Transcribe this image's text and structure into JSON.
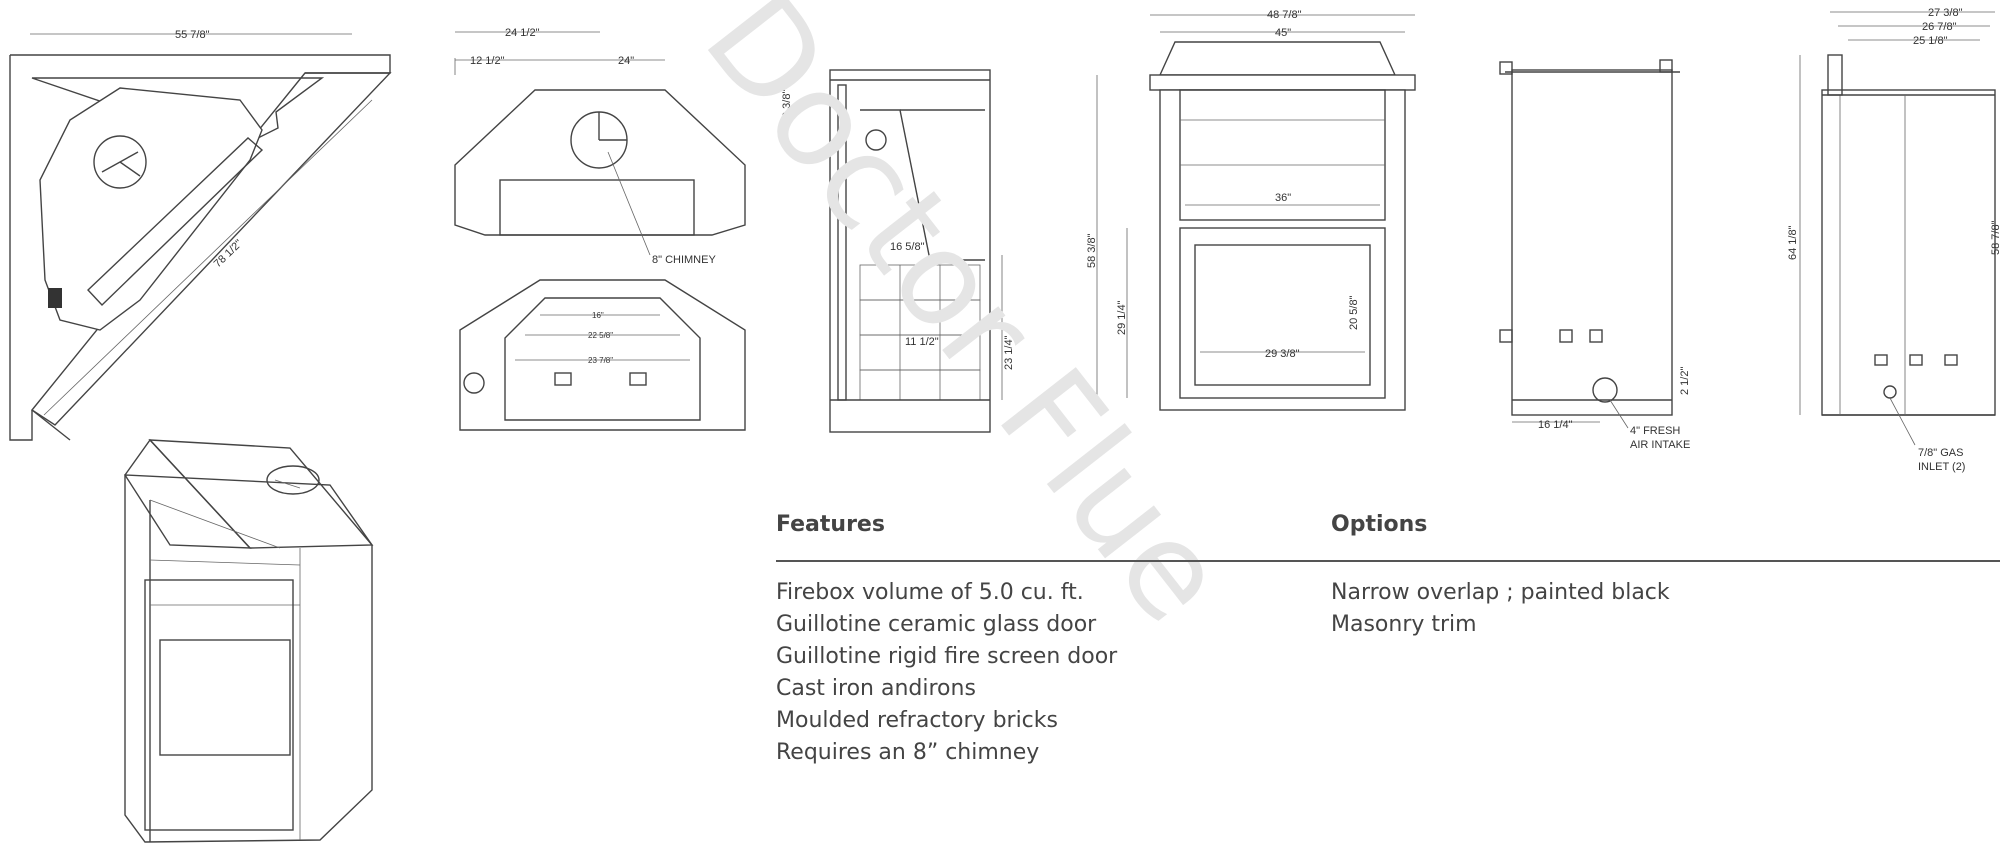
{
  "watermark": "Doctor Flue",
  "sections": {
    "features": {
      "title": "Features",
      "items": [
        "Firebox volume of 5.0 cu. ft.",
        "Guillotine ceramic glass door",
        "Guillotine rigid fire screen door",
        "Cast iron andirons",
        "Moulded refractory bricks",
        "Requires an 8” chimney"
      ]
    },
    "options": {
      "title": "Options",
      "items": [
        "Narrow overlap ; painted black",
        "Masonry trim"
      ]
    }
  },
  "drawing": {
    "corner_view": {
      "width": "55 7/8\"",
      "diagonal": "78 1/2\""
    },
    "plan_top": {
      "width": "24 1/2\"",
      "left": "12 1/2\"",
      "right": "24\"",
      "offset": "9 3/8\"",
      "chimney": "8\" CHIMNEY"
    },
    "plan_bottom": {
      "d1": "16\"",
      "d2": "22 5/8\"",
      "d3": "23 7/8\""
    },
    "section": {
      "a": "16 5/8\"",
      "b": "11 1/2\"",
      "c": "23 1/4\""
    },
    "front": {
      "overall": "48 7/8\"",
      "top": "45\"",
      "inner": "36\"",
      "height": "58 3/8\"",
      "opening_h": "29 1/4\"",
      "glass_h": "20 5/8\"",
      "glass_w": "29 3/8\""
    },
    "side": {
      "depth": "16 1/4\"",
      "intake_h": "2 1/2\"",
      "intake": "4\" FRESH",
      "intake2": "AIR INTAKE"
    },
    "back": {
      "w1": "27 3/8\"",
      "w2": "26 7/8\"",
      "w3": "25 1/8\"",
      "h1": "64 1/8\"",
      "h2": "58 7/8\"",
      "gas": "7/8\" GAS",
      "gas2": "INLET (2)"
    }
  }
}
